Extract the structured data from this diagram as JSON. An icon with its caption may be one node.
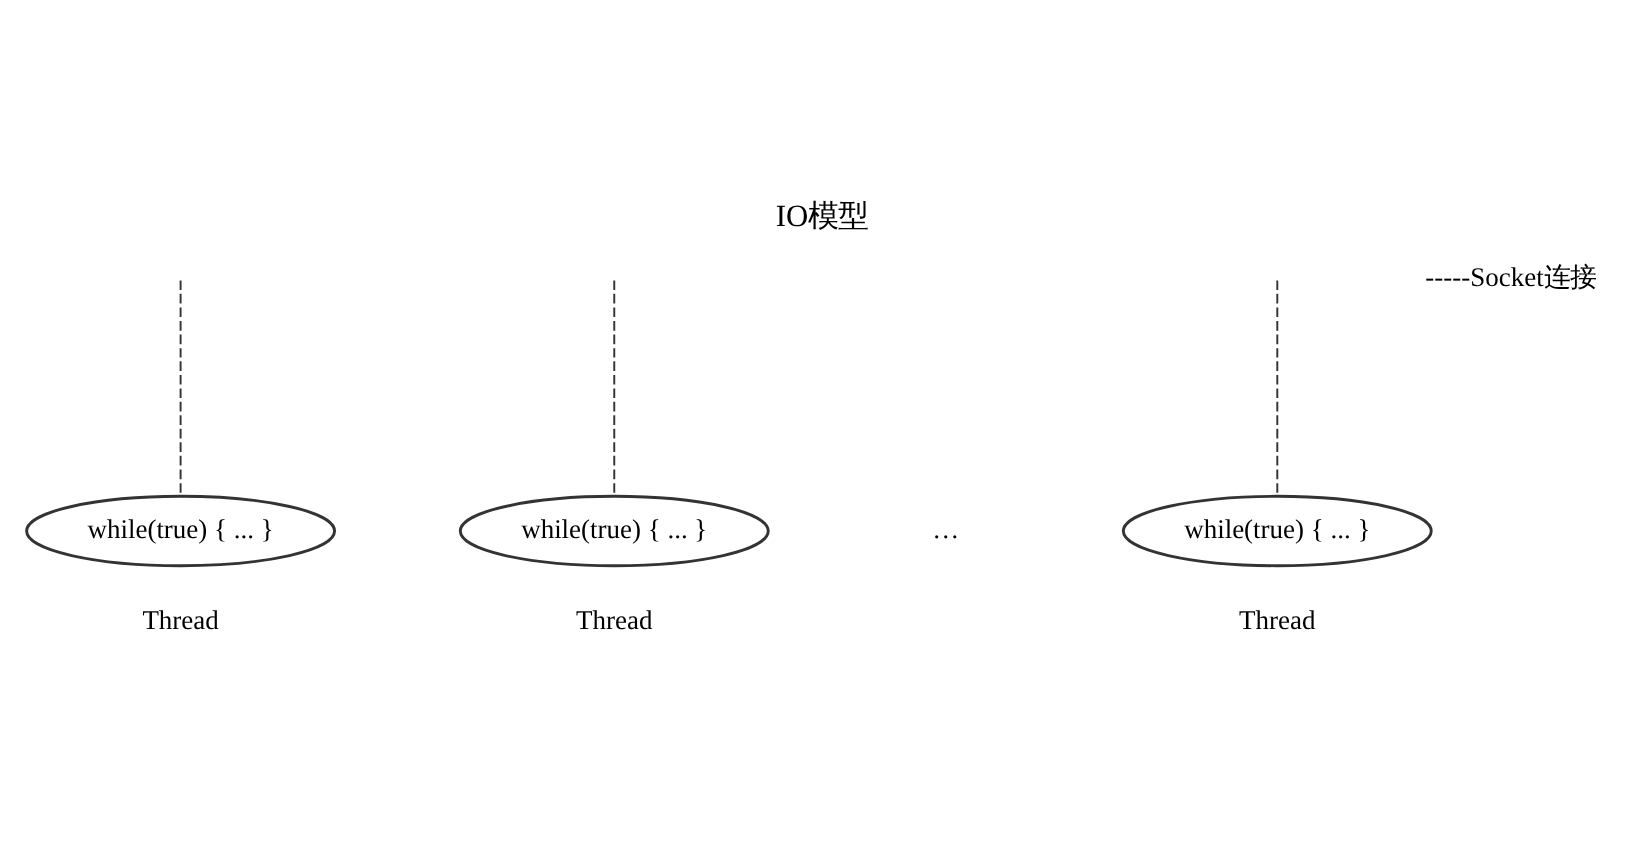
{
  "diagram": {
    "title": "IO模型",
    "nodes": [
      {
        "text": [
          "while(true) { ... }"
        ],
        "beside": [
          "Thread"
        ]
      },
      {
        "text": [
          "while(true) { ... }"
        ],
        "beside": [
          "Thread"
        ]
      },
      {
        "text": [
          "while(true) { ... }"
        ],
        "beside": [
          "Thread"
        ]
      }
    ],
    "edges": [
      {
        "from": null,
        "to": 0,
        "arrow": "none",
        "style": "dashed"
      },
      {
        "from": null,
        "to": 1,
        "arrow": "none",
        "style": "dashed"
      },
      {
        "from": null,
        "to": 2,
        "arrow": "none",
        "style": "dashed"
      }
    ],
    "labels": [
      "-----Socket连接",
      "…"
    ]
  }
}
